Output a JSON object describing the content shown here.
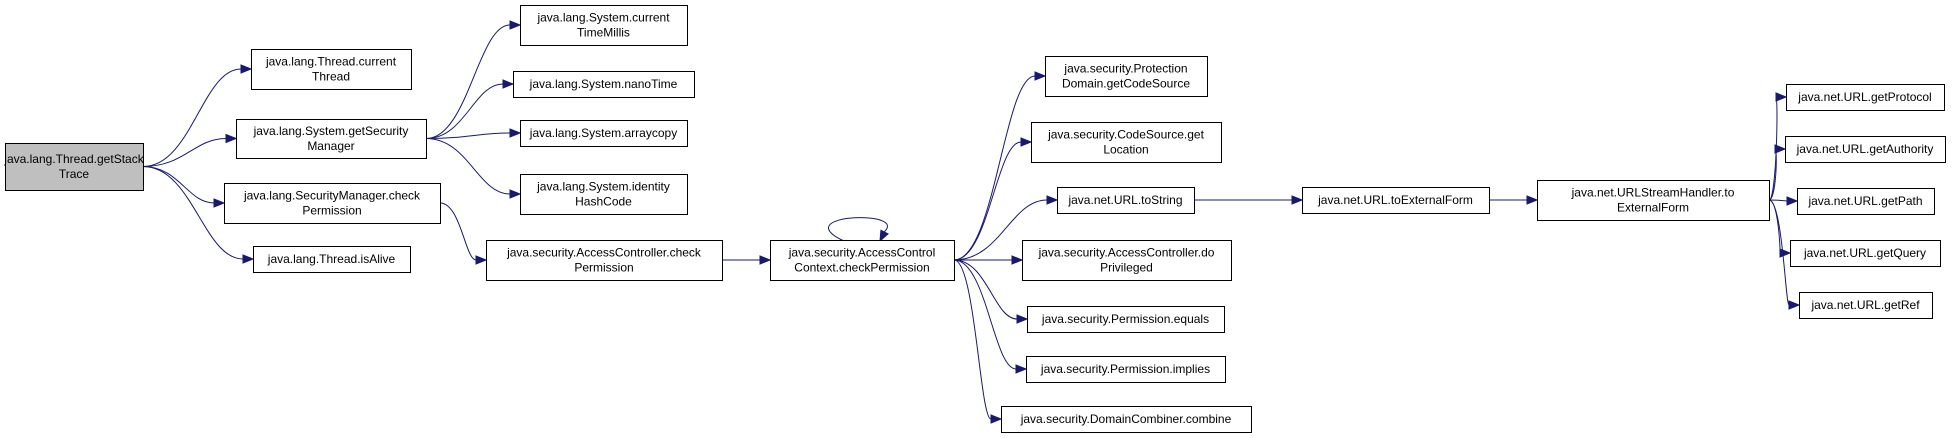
{
  "nodes": {
    "thread_getStackTrace": [
      "java.lang.Thread.getStack",
      "Trace"
    ],
    "thread_currentThread": [
      "java.lang.Thread.current",
      "Thread"
    ],
    "system_getSecurityManager": [
      "java.lang.System.getSecurity",
      "Manager"
    ],
    "securityManager_checkPermission": [
      "java.lang.SecurityManager.check",
      "Permission"
    ],
    "thread_isAlive": [
      "java.lang.Thread.isAlive"
    ],
    "system_currentTimeMillis": [
      "java.lang.System.current",
      "TimeMillis"
    ],
    "system_nanoTime": [
      "java.lang.System.nanoTime"
    ],
    "system_arraycopy": [
      "java.lang.System.arraycopy"
    ],
    "system_identityHashCode": [
      "java.lang.System.identity",
      "HashCode"
    ],
    "accessController_checkPermission": [
      "java.security.AccessController.check",
      "Permission"
    ],
    "accessControlContext_checkPermission": [
      "java.security.AccessControl",
      "Context.checkPermission"
    ],
    "protectionDomain_getCodeSource": [
      "java.security.Protection",
      "Domain.getCodeSource"
    ],
    "codeSource_getLocation": [
      "java.security.CodeSource.get",
      "Location"
    ],
    "url_toString": [
      "java.net.URL.toString"
    ],
    "accessController_doPrivileged": [
      "java.security.AccessController.do",
      "Privileged"
    ],
    "permission_equals": [
      "java.security.Permission.equals"
    ],
    "permission_implies": [
      "java.security.Permission.implies"
    ],
    "domainCombiner_combine": [
      "java.security.DomainCombiner.combine"
    ],
    "url_toExternalForm": [
      "java.net.URL.toExternalForm"
    ],
    "urlStreamHandler_toExternalForm": [
      "java.net.URLStreamHandler.to",
      "ExternalForm"
    ],
    "url_getProtocol": [
      "java.net.URL.getProtocol"
    ],
    "url_getAuthority": [
      "java.net.URL.getAuthority"
    ],
    "url_getPath": [
      "java.net.URL.getPath"
    ],
    "url_getQuery": [
      "java.net.URL.getQuery"
    ],
    "url_getRef": [
      "java.net.URL.getRef"
    ]
  },
  "root": "thread_getStackTrace",
  "edge_color": "#191970",
  "root_fill": "#bfbfbf",
  "edges": [
    [
      "thread_getStackTrace",
      "thread_currentThread"
    ],
    [
      "thread_getStackTrace",
      "system_getSecurityManager"
    ],
    [
      "thread_getStackTrace",
      "securityManager_checkPermission"
    ],
    [
      "thread_getStackTrace",
      "thread_isAlive"
    ],
    [
      "system_getSecurityManager",
      "system_currentTimeMillis"
    ],
    [
      "system_getSecurityManager",
      "system_nanoTime"
    ],
    [
      "system_getSecurityManager",
      "system_arraycopy"
    ],
    [
      "system_getSecurityManager",
      "system_identityHashCode"
    ],
    [
      "securityManager_checkPermission",
      "accessController_checkPermission"
    ],
    [
      "accessController_checkPermission",
      "accessControlContext_checkPermission"
    ],
    [
      "accessControlContext_checkPermission",
      "accessControlContext_checkPermission"
    ],
    [
      "accessControlContext_checkPermission",
      "protectionDomain_getCodeSource"
    ],
    [
      "accessControlContext_checkPermission",
      "codeSource_getLocation"
    ],
    [
      "accessControlContext_checkPermission",
      "url_toString"
    ],
    [
      "accessControlContext_checkPermission",
      "accessController_doPrivileged"
    ],
    [
      "accessControlContext_checkPermission",
      "permission_equals"
    ],
    [
      "accessControlContext_checkPermission",
      "permission_implies"
    ],
    [
      "accessControlContext_checkPermission",
      "domainCombiner_combine"
    ],
    [
      "url_toString",
      "url_toExternalForm"
    ],
    [
      "url_toExternalForm",
      "urlStreamHandler_toExternalForm"
    ],
    [
      "urlStreamHandler_toExternalForm",
      "url_getProtocol"
    ],
    [
      "urlStreamHandler_toExternalForm",
      "url_getAuthority"
    ],
    [
      "urlStreamHandler_toExternalForm",
      "url_getPath"
    ],
    [
      "urlStreamHandler_toExternalForm",
      "url_getQuery"
    ],
    [
      "urlStreamHandler_toExternalForm",
      "url_getRef"
    ]
  ]
}
